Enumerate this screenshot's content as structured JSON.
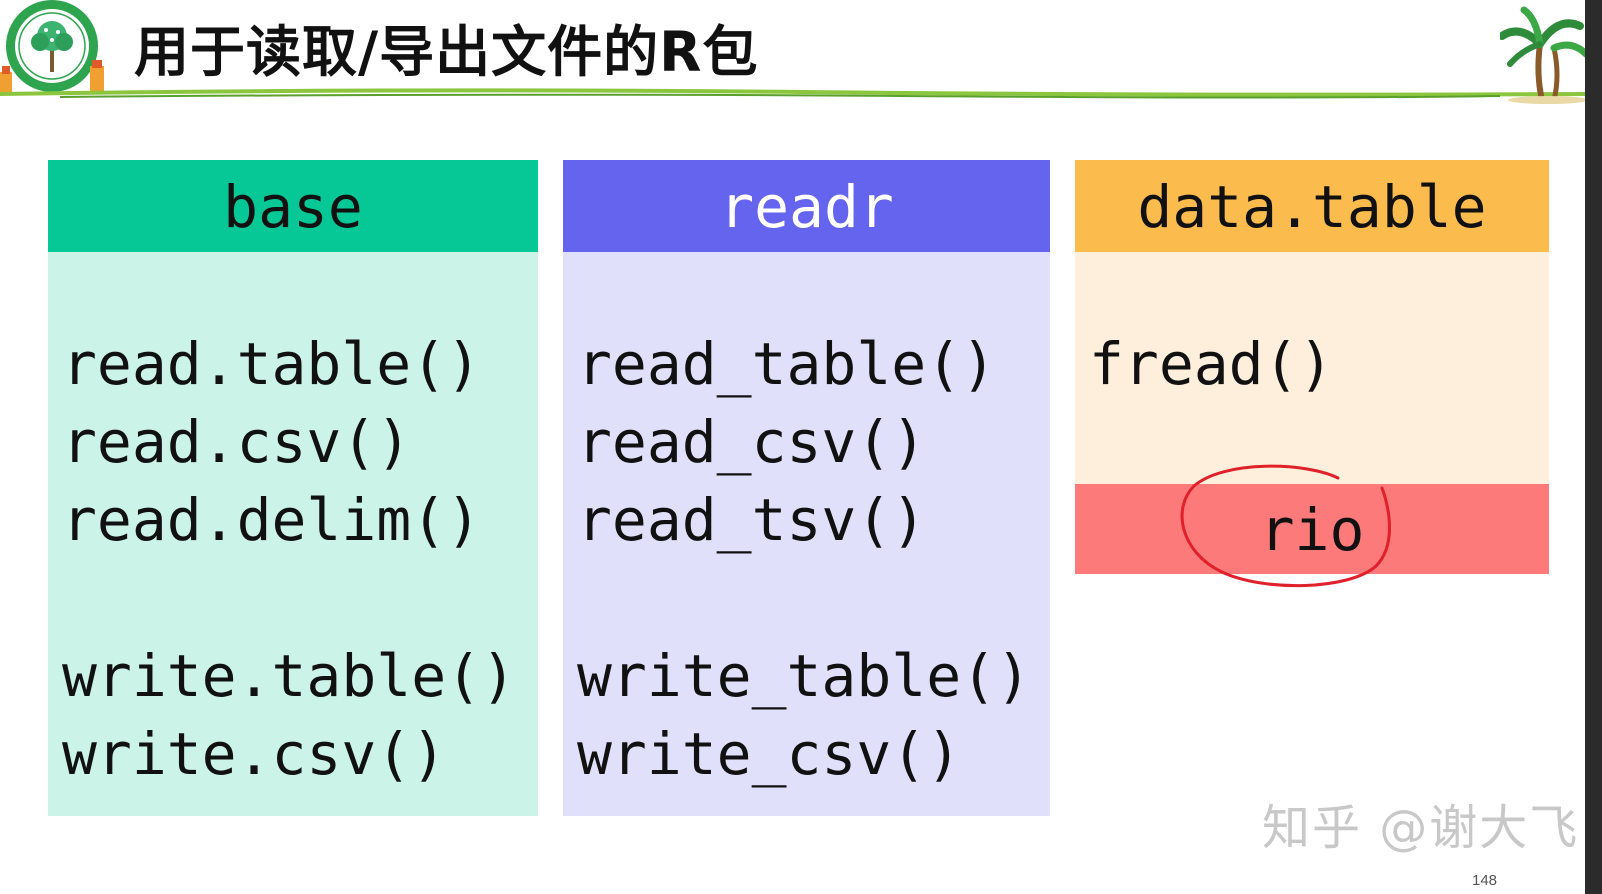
{
  "slide": {
    "title": "用于读取/导出文件的R包",
    "page_number": "148",
    "watermark": "知乎 @谢大飞"
  },
  "columns": {
    "base": {
      "header": "base",
      "read_functions": [
        "read.table()",
        "read.csv()",
        "read.delim()"
      ],
      "write_functions": [
        "write.table()",
        "write.csv()"
      ]
    },
    "readr": {
      "header": "readr",
      "read_functions": [
        "read_table()",
        "read_csv()",
        "read_tsv()"
      ],
      "write_functions": [
        "write_table()",
        "write_csv()"
      ]
    },
    "data_table": {
      "header": "data.table",
      "read_functions": [
        "fread()"
      ]
    },
    "rio": {
      "header": "rio"
    }
  },
  "colors": {
    "base_header": "#06c896",
    "base_body": "#ccf3e7",
    "readr_header": "#6564ee",
    "readr_body": "#e1e0fa",
    "data_table_header": "#fbbb4d",
    "data_table_body": "#fdefdc",
    "rio_box": "#fc7a79",
    "annotation_circle": "#e0202a",
    "title_rule": "#8cc63f"
  },
  "icons": {
    "logo": "tree-logo-icon",
    "decoration": "palm-tree-icon",
    "annotation": "hand-drawn-circle-icon"
  }
}
